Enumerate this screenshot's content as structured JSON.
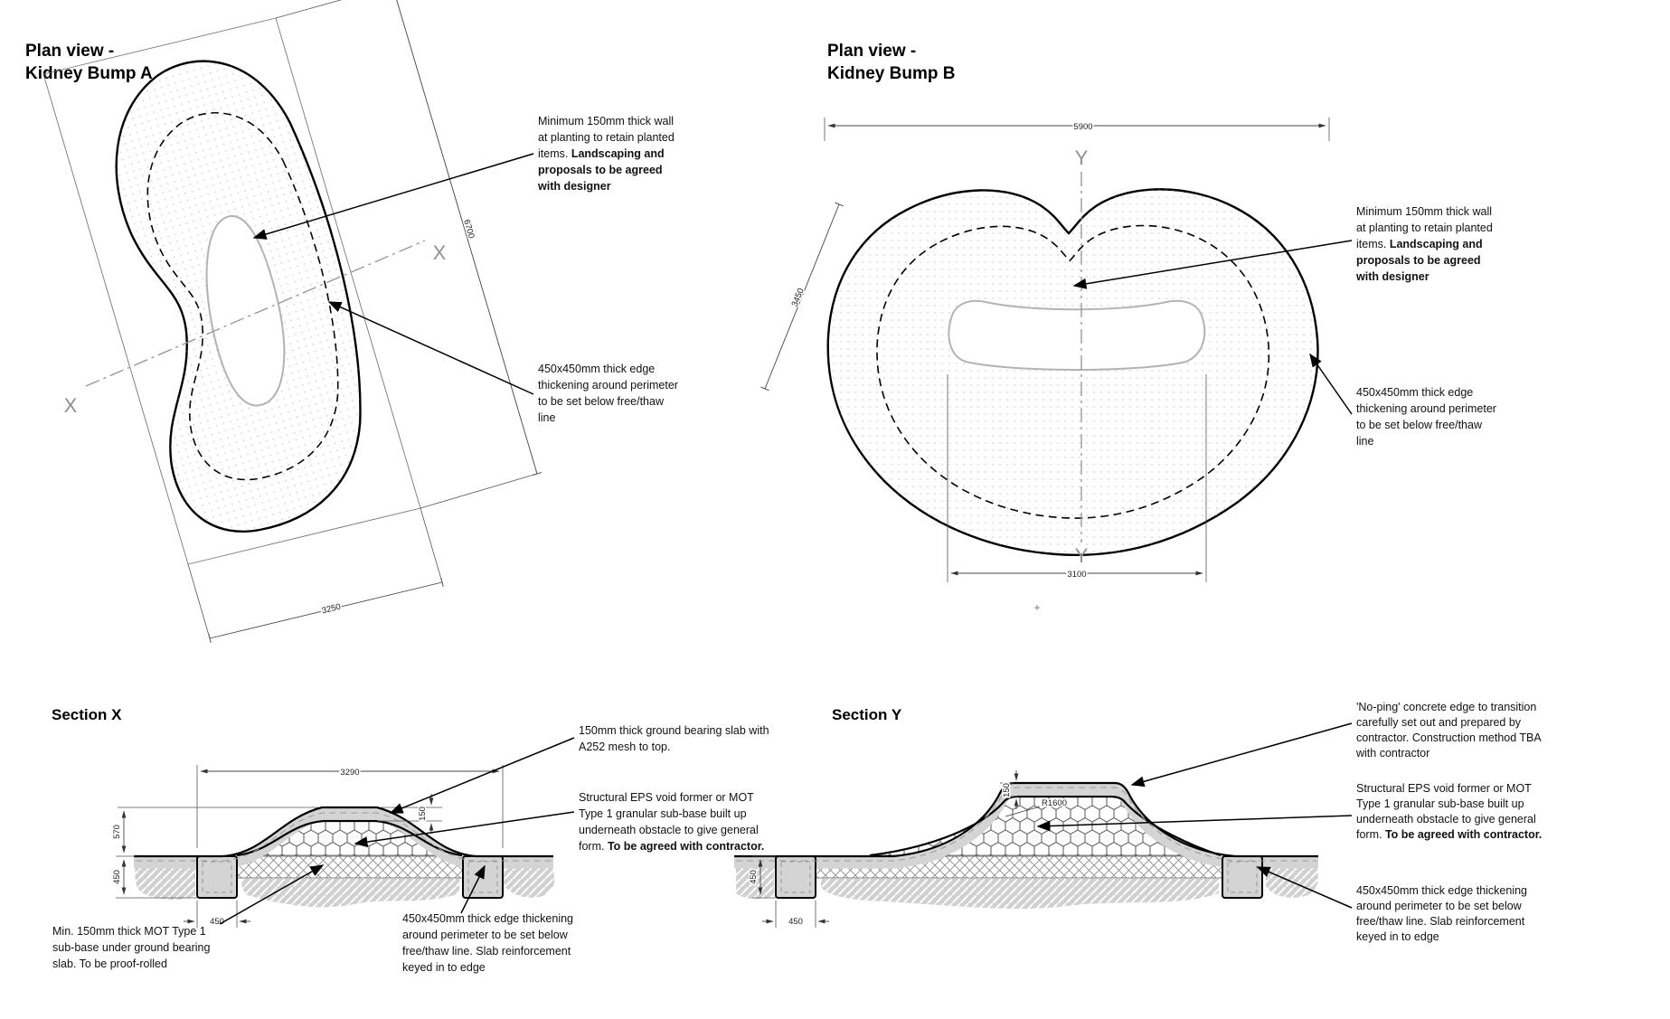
{
  "page": {
    "background": "#ffffff",
    "line_color": "#000000",
    "construction_color": "#777777",
    "section_line_color": "#999999",
    "concrete_fill": "#d4d4d4"
  },
  "plan_a": {
    "title": [
      "Plan view -",
      "Kidney Bump A"
    ],
    "section_axis": "X",
    "dims": {
      "length": "6700",
      "width": "3250"
    },
    "notes": {
      "wall": [
        [
          {
            "t": "Minimum 150mm thick wall"
          }
        ],
        [
          {
            "t": "at planting to retain planted"
          }
        ],
        [
          {
            "t": "items. "
          },
          {
            "t": "Landscaping and",
            "b": true
          }
        ],
        [
          {
            "t": "proposals to be agreed",
            "b": true
          }
        ],
        [
          {
            "t": "with designer",
            "b": true
          }
        ]
      ],
      "edge": [
        [
          {
            "t": "450x450mm thick edge"
          }
        ],
        [
          {
            "t": "thickening around perimeter"
          }
        ],
        [
          {
            "t": "to be set below free/thaw"
          }
        ],
        [
          {
            "t": "line"
          }
        ]
      ]
    }
  },
  "plan_b": {
    "title": [
      "Plan view -",
      "Kidney Bump B"
    ],
    "section_axis": "Y",
    "dims": {
      "length": "5900",
      "width": "3450",
      "slot": "3100"
    },
    "notes": {
      "wall": [
        [
          {
            "t": "Minimum 150mm thick wall"
          }
        ],
        [
          {
            "t": "at planting to retain planted"
          }
        ],
        [
          {
            "t": "items. "
          },
          {
            "t": "Landscaping and",
            "b": true
          }
        ],
        [
          {
            "t": "proposals to be agreed",
            "b": true
          }
        ],
        [
          {
            "t": "with designer",
            "b": true
          }
        ]
      ],
      "edge": [
        [
          {
            "t": "450x450mm thick edge"
          }
        ],
        [
          {
            "t": "thickening around perimeter"
          }
        ],
        [
          {
            "t": "to be set below free/thaw"
          }
        ],
        [
          {
            "t": "line"
          }
        ]
      ]
    }
  },
  "section_x": {
    "title": "Section X",
    "dims": {
      "width": "3290",
      "bump_height": "570",
      "edge_depth": "450",
      "edge_width": "450",
      "slab": "150"
    },
    "notes": {
      "slab": [
        [
          {
            "t": "150mm thick ground bearing slab with"
          }
        ],
        [
          {
            "t": "A252 mesh to top."
          }
        ]
      ],
      "eps": [
        [
          {
            "t": "Structural EPS void former or MOT"
          }
        ],
        [
          {
            "t": "Type 1 granular sub-base built up"
          }
        ],
        [
          {
            "t": "underneath obstacle to give general"
          }
        ],
        [
          {
            "t": "form. "
          },
          {
            "t": "To be agreed with contractor.",
            "b": true
          }
        ]
      ],
      "subbase": [
        [
          {
            "t": "Min. 150mm thick MOT Type 1"
          }
        ],
        [
          {
            "t": "sub-base under ground bearing"
          }
        ],
        [
          {
            "t": "slab. To be proof-rolled"
          }
        ]
      ],
      "edge": [
        [
          {
            "t": "450x450mm thick edge thickening"
          }
        ],
        [
          {
            "t": "around perimeter to be set below"
          }
        ],
        [
          {
            "t": "free/thaw line. Slab reinforcement"
          }
        ],
        [
          {
            "t": "keyed in to edge"
          }
        ]
      ]
    }
  },
  "section_y": {
    "title": "Section Y",
    "dims": {
      "slab": "150",
      "radius": "R1600",
      "edge_depth": "450",
      "edge_width": "450"
    },
    "notes": {
      "noping": [
        [
          {
            "t": "'No-ping' concrete edge to transition"
          }
        ],
        [
          {
            "t": "carefully set out and prepared by"
          }
        ],
        [
          {
            "t": "contractor. Construction method TBA"
          }
        ],
        [
          {
            "t": "with contractor"
          }
        ]
      ],
      "eps": [
        [
          {
            "t": "Structural EPS void former or MOT"
          }
        ],
        [
          {
            "t": "Type 1 granular sub-base built up"
          }
        ],
        [
          {
            "t": "underneath obstacle to give general"
          }
        ],
        [
          {
            "t": "form. "
          },
          {
            "t": "To be agreed with contractor.",
            "b": true
          }
        ]
      ],
      "edge": [
        [
          {
            "t": "450x450mm thick edge thickening"
          }
        ],
        [
          {
            "t": "around perimeter to be set below"
          }
        ],
        [
          {
            "t": "free/thaw line. Slab reinforcement"
          }
        ],
        [
          {
            "t": "keyed in to edge"
          }
        ]
      ]
    }
  },
  "misc": {
    "plus_mark": "+"
  }
}
